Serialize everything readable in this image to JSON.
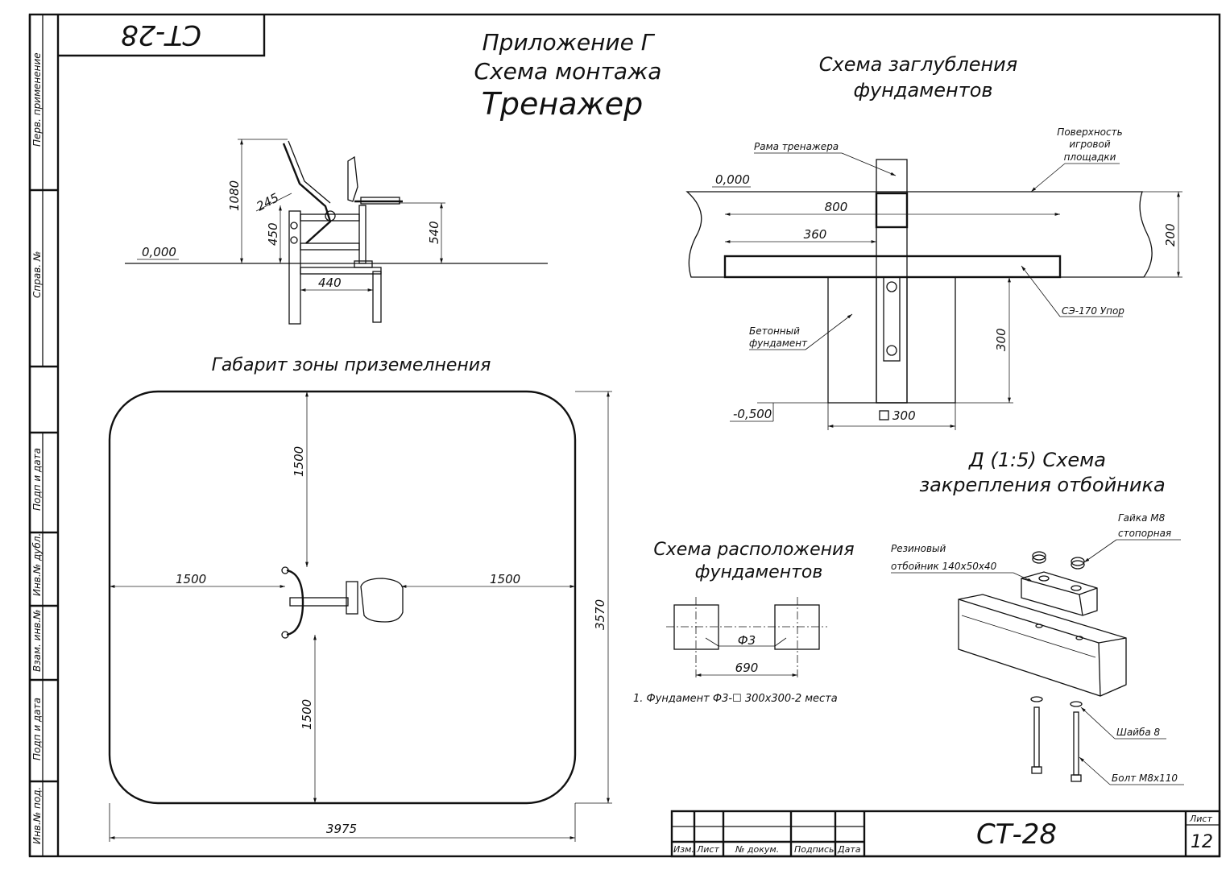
{
  "sheet": {
    "code_rotated": "СТ-28",
    "code": "СТ-28",
    "sheet_label": "Лист",
    "sheet_number": "12"
  },
  "side_stamp": {
    "perv": "Перв. применение",
    "sprav": "Справ. №",
    "podp1": "Подп и дата",
    "inv_dubl": "Инв.№ дубл.",
    "vzam": "Взам. инв.№",
    "podp2": "Подп и дата",
    "inv_pod": "Инв.№ под."
  },
  "title_block": {
    "izm": "Изм.",
    "list": "Лист",
    "doc": "№ докум.",
    "sign": "Подпись",
    "date": "Дата"
  },
  "main_title": {
    "line1": "Приложение Г",
    "line2": "Схема монтажа",
    "line3": "Тренажер"
  },
  "side_view": {
    "level": "0,000",
    "d1080": "1080",
    "d245": "245",
    "d450": "450",
    "d540": "540",
    "d440": "440"
  },
  "zone": {
    "title": "Габарит зоны приземелнения",
    "d1500_top": "1500",
    "d1500_left": "1500",
    "d1500_right": "1500",
    "d1500_bottom": "1500",
    "d3570": "3570",
    "d3975": "3975"
  },
  "depth": {
    "title1": "Схема заглубления",
    "title2": "фундаментов",
    "frame_label": "Рама тренажера",
    "surface1": "Поверхность",
    "surface2": "игровой",
    "surface3": "площадки",
    "level0": "0,000",
    "d800": "800",
    "d360": "360",
    "d200": "200",
    "stop": "СЭ-170 Упор",
    "concrete1": "Бетонный",
    "concrete2": "фундамент",
    "d300v": "300",
    "level_minus": "-0,500",
    "d300sq": "300"
  },
  "detail": {
    "title1": "Д (1:5) Схема",
    "title2": "закрепления отбойника",
    "nut1": "Гайка М8",
    "nut2": "стопорная",
    "rubber1": "Резиновый",
    "rubber2": "отбойник 140х50х40",
    "washer": "Шайба 8",
    "bolt": "Болт М8х110"
  },
  "layout_scheme": {
    "title1": "Схема расположения",
    "title2": "фундаментов",
    "f3": "Ф3",
    "d690": "690",
    "note": "1. Фундамент Ф3-☐ 300х300-2 места"
  }
}
